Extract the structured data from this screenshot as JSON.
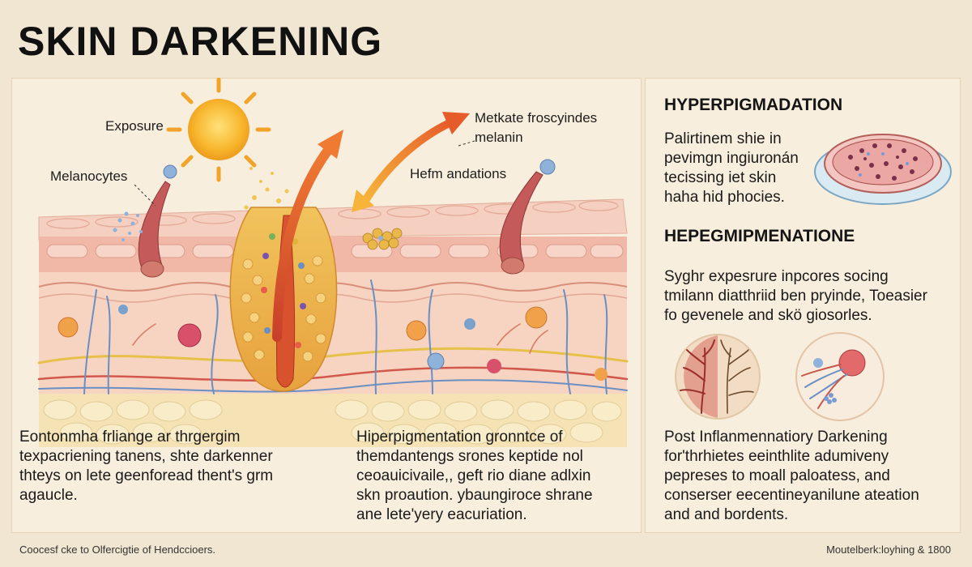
{
  "title": "SKIN DARKENING",
  "colors": {
    "background": "#f1e6d2",
    "skin_top": "#f3c4b6",
    "skin_mid": "#f0b3a5",
    "fat_layer": "#f5e3b5",
    "sun": "#f7b52c",
    "arrow": "#e76a2a",
    "nerve_blue": "#6a8fc4",
    "vessel_red": "#d2584d"
  },
  "diagram": {
    "labels": {
      "exposure": "Exposure",
      "melanocytes": "Melanocytes",
      "melanin_line1": "Metkate froscyindes",
      "melanin_line2": "melanin",
      "formations": "Hefm andations"
    },
    "icons": [
      "sun-icon",
      "curved-arrow-up",
      "double-arrow",
      "hair-follicle-icon"
    ]
  },
  "captions": {
    "left": [
      "Eontonmha frliange ar thrgergim",
      "texpacriening tanens, shte darkenner",
      "thteys on lete geenforead thent's grm",
      "agaucle."
    ],
    "middle": [
      "Hiperpigmentation gronntce of",
      "themdantengs srones keptide nol",
      "ceoauicivaile,, geft rio diane adlxin",
      "skn proaution. ybaungiroce shrane",
      "ane lete'yery eacuriation."
    ]
  },
  "sidebar": {
    "section1": {
      "heading": "HYPERPIGMADATION",
      "lines": [
        "Palirtinem shie in",
        "pevimgn ingiuronán",
        "tecissing iet skin",
        "haha hid phocies."
      ]
    },
    "section2": {
      "heading": "HEPEGMIPMENATIONE",
      "lines": [
        "Syghr expesrure inpcores socing",
        "tmilann diatthriid ben pryinde, Toeasier",
        "fo gevenele and skö giosorles."
      ]
    },
    "section3": {
      "lines": [
        "Post Inflanmennatiory Darkening",
        "for'thrhietes eeinthlite adumiveny",
        "pepreses to moall paloatess, and",
        "conserser eecentineyanilune ateation",
        "and and bordents."
      ]
    }
  },
  "footer": {
    "left": "Coocesf cke to Olfercigtie of Hendccioers.",
    "right": "Moutelberk:loyhing & 1800"
  }
}
